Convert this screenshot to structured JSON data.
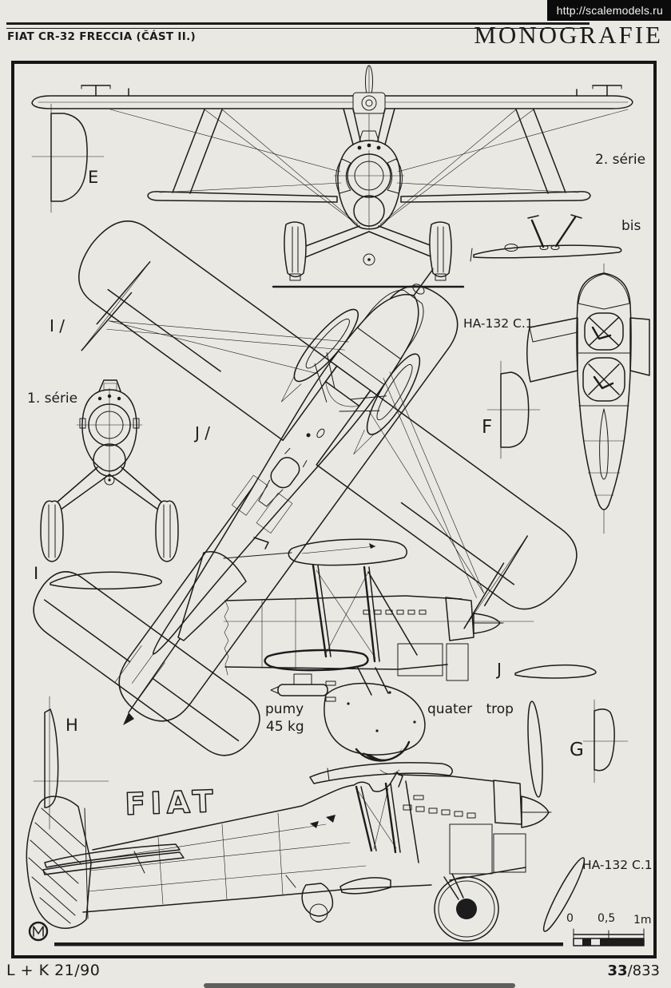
{
  "banner": {
    "url_text": "http://scalemodels.ru"
  },
  "header": {
    "title": "FIAT CR-32 FRECCIA (ČÁST II.)",
    "masthead": "MONOGRAFIE"
  },
  "drawing": {
    "labels": {
      "section_e": "E",
      "series_2": "2. série",
      "bis": "bis",
      "ha132_top": "HA-132 C.1",
      "callout_i": "I /",
      "series_1": "1. série",
      "callout_j": "J /",
      "section_f": "F",
      "airfoil_i": "I",
      "bomb_line1": "pumy",
      "bomb_line2": "45 kg",
      "quater_trop": "quater trop",
      "airfoil_j": "J",
      "section_h": "H",
      "section_g": "G",
      "fiat_logo": "FIAT",
      "ha132_side": "HA-132 C.1"
    },
    "scale_bar": {
      "start": "0",
      "middle": "0,5",
      "end": "1m"
    }
  },
  "footer": {
    "issue": "L + K 21/90",
    "page_bold": "33",
    "page_rest": "/833"
  }
}
